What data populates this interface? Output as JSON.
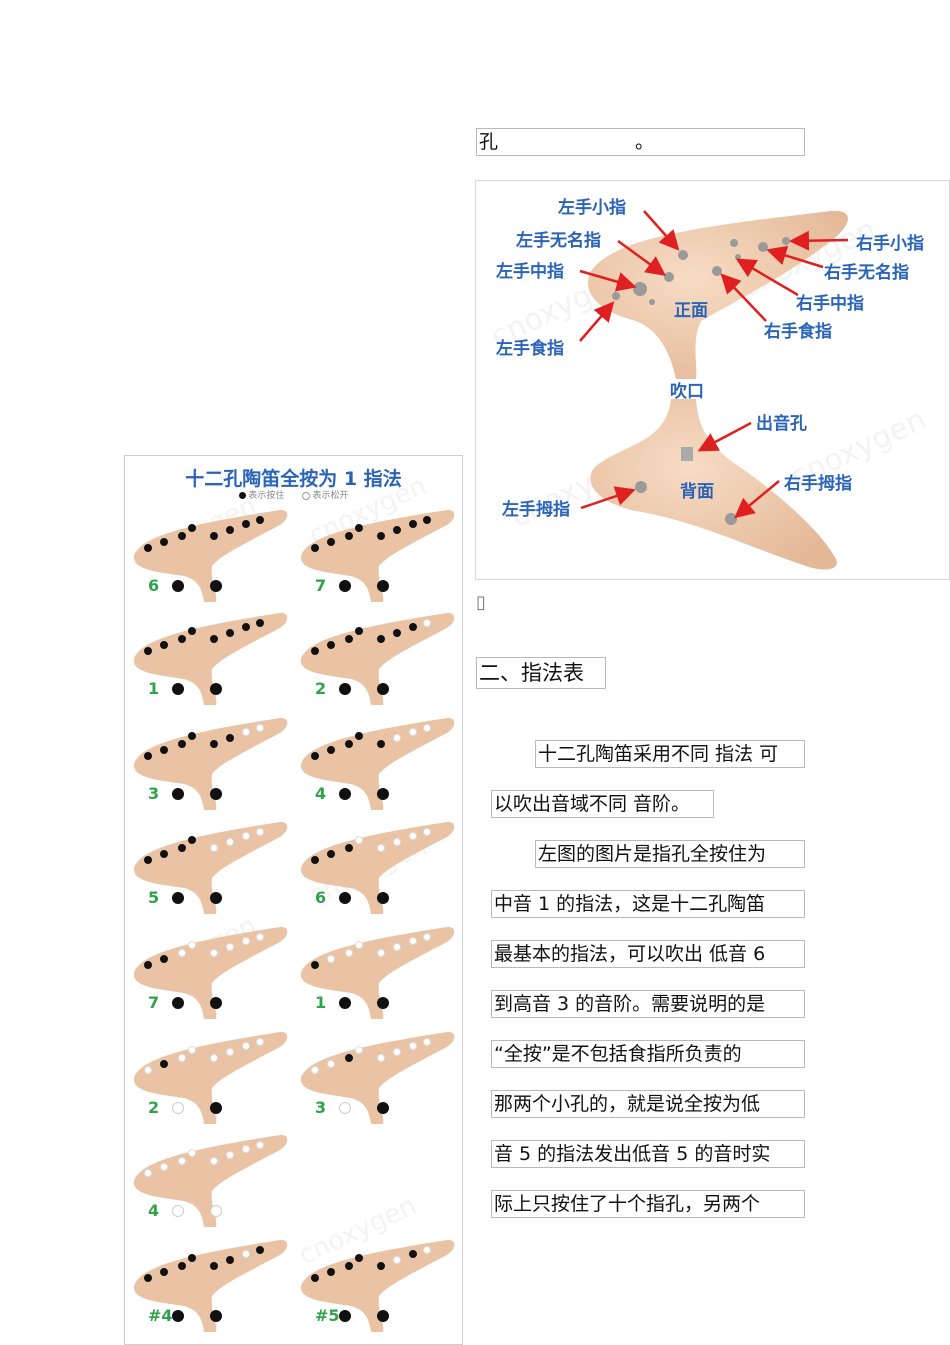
{
  "top_line": {
    "left": "孔",
    "right": "。"
  },
  "front_figure": {
    "labels": {
      "left_pinky": "左手小指",
      "left_ring": "左手无名指",
      "left_middle": "左手中指",
      "left_index": "左手食指",
      "right_pinky": "右手小指",
      "right_ring": "右手无名指",
      "right_middle": "右手中指",
      "right_index": "右手食指",
      "front": "正面",
      "mouthpiece": "吹口"
    },
    "watermark": "cnoxygen"
  },
  "back_figure": {
    "labels": {
      "sound_hole": "出音孔",
      "back": "背面",
      "right_thumb": "右手拇指",
      "left_thumb": "左手拇指"
    }
  },
  "small_mark": "▯",
  "section_heading": "二、指法表",
  "paragraph_lines": [
    "十二孔陶笛采用不同  指法 可",
    "以吹出音域不同  音阶。",
    "左图的图片是指孔全按住为",
    "中音  1 的指法，这是十二孔陶笛",
    "最基本的指法，可以吹出   低音   6",
    "到高音  3 的音阶。需要说明的是",
    "“全按”是不包括食指所负责的",
    "那两个小孔的，就是说全按为低",
    "音  5 的指法发出低音    5 的音时实",
    "际上只按住了十个指孔，另两个"
  ],
  "chart_panel": {
    "title": "十二孔陶笛全按为 1 指法",
    "legend": {
      "closed": "表示按住",
      "open": "表示松开"
    },
    "watermark": "cnoxygen",
    "notes": [
      "6",
      "7",
      "1",
      "2",
      "3",
      "4",
      "5",
      "6",
      "7",
      "1",
      "2",
      "3",
      "4",
      "#4",
      "#5"
    ]
  }
}
